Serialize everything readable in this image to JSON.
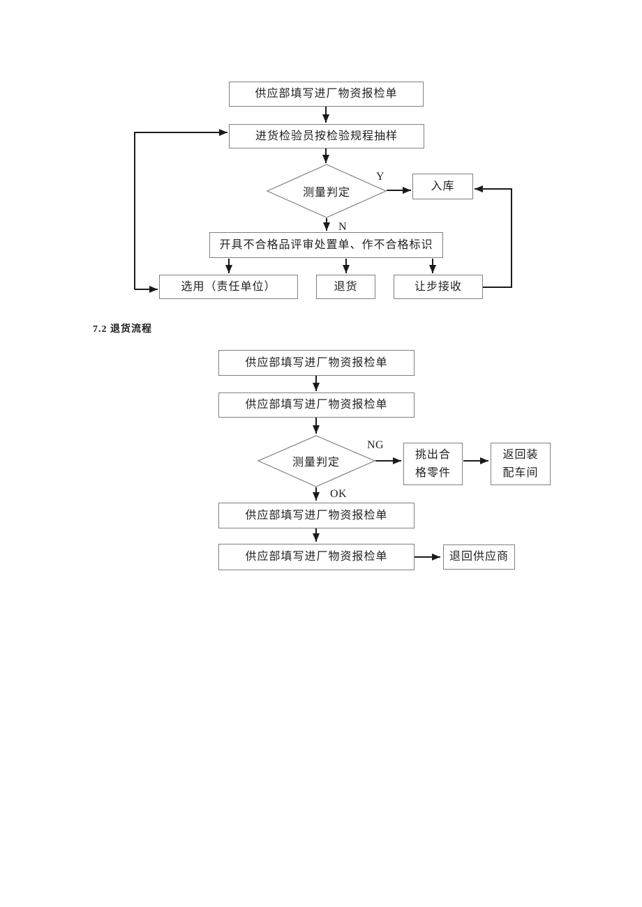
{
  "document": {
    "section_heading": "7.2 退货流程"
  },
  "colors": {
    "connector_line": "#1a1a1a",
    "box_border": "#7f7f7f",
    "text": "#1f1f1f",
    "page_background": "#ffffff"
  },
  "flowchart1": {
    "fill_report": "供应部填写进厂物资报检单",
    "sampling": "进货检验员按检验规程抽样",
    "decision": "测量判定",
    "warehouse": "入库",
    "nonconforming": "开具不合格品评审处置单、作不合格标识",
    "select_use": "选用（责任单位）",
    "return_goods": "退货",
    "concession_accept": "让步接收",
    "labels": {
      "yes": "Y",
      "no": "N"
    }
  },
  "flowchart2": {
    "step1": "供应部填写进厂物资报检单",
    "step2": "供应部填写进厂物资报检单",
    "decision": "测量判定",
    "pick_qualified": "挑出合格零件",
    "return_assembly": "返回装配车间",
    "step3": "供应部填写进厂物资报检单",
    "step4": "供应部填写进厂物资报检单",
    "return_supplier": "退回供应商",
    "labels": {
      "ng": "NG",
      "ok": "OK"
    }
  }
}
